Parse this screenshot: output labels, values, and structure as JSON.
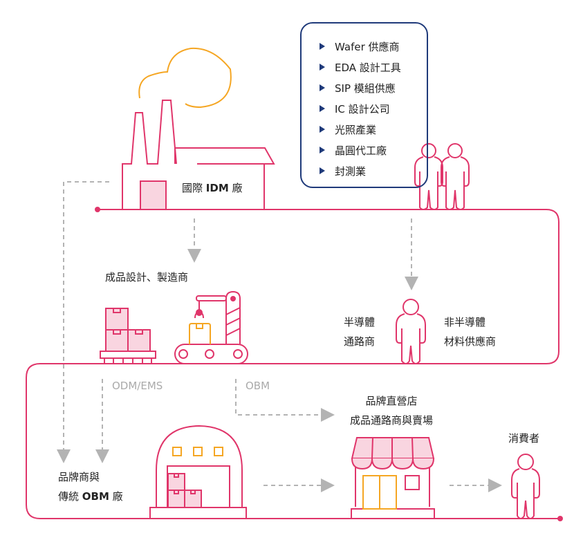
{
  "colors": {
    "pink": "#e0356a",
    "pink_fill": "#f9d5e0",
    "orange": "#f5a623",
    "navy": "#1f3a7a",
    "arrow_gray": "#b3b3b3"
  },
  "idm_factory": {
    "label_prefix": "國際 ",
    "label_strong": "IDM",
    "label_suffix": " 廠"
  },
  "suppliers": {
    "items": [
      {
        "label": "Wafer 供應商"
      },
      {
        "label": "EDA 設計工具"
      },
      {
        "label": "SIP 模組供應"
      },
      {
        "label": "IC 設計公司"
      },
      {
        "label": "光照產業"
      },
      {
        "label": "晶圓代工廠"
      },
      {
        "label": "封測業"
      }
    ]
  },
  "designers": {
    "label": "成品設計、製造商"
  },
  "distributors": {
    "left_line1": "半導體",
    "left_line2": "通路商",
    "right_line1": "非半導體",
    "right_line2": "材料供應商"
  },
  "flows": {
    "odm_label": "ODM/EMS",
    "obm_label": "OBM"
  },
  "brand_owner": {
    "line1": "品牌商與",
    "line2_prefix": "傳統 ",
    "line2_strong": "OBM",
    "line2_suffix": " 廠"
  },
  "retail": {
    "line1": "品牌直營店",
    "line2": "成品通路商與賣場"
  },
  "consumer": {
    "label": "消費者"
  }
}
